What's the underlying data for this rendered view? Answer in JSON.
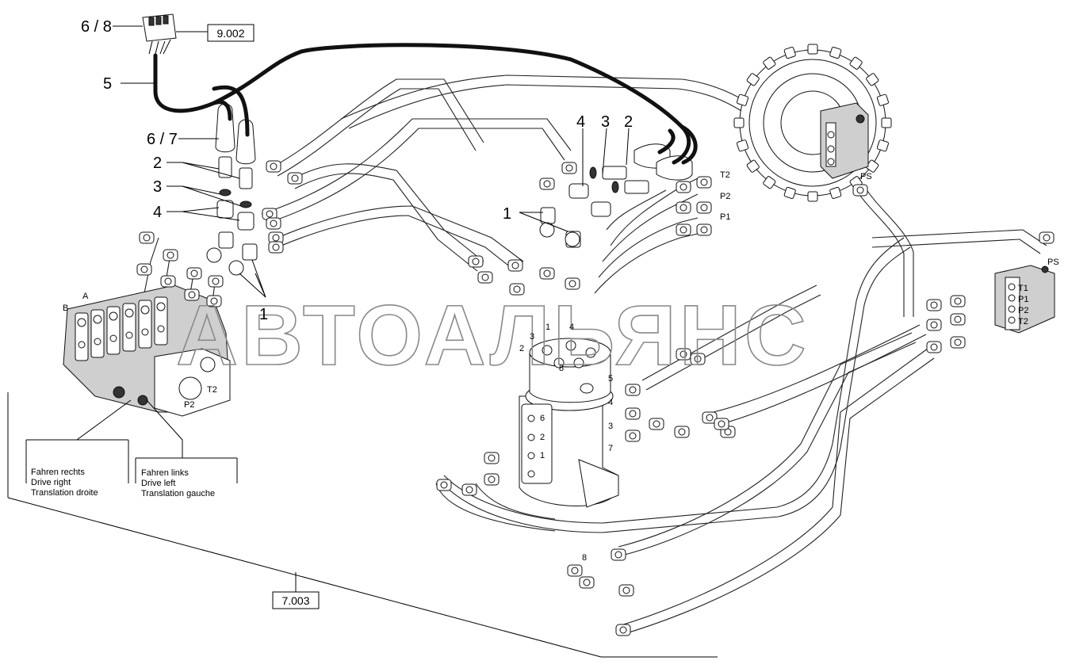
{
  "callouts": {
    "c68": "6 / 8",
    "ref_9002": "9.002",
    "c5": "5",
    "c67": "6 / 7",
    "c2_left": "2",
    "c3_left": "3",
    "c4_left": "4",
    "c1_left": "1",
    "c4_top": "4",
    "c3_top": "3",
    "c2_top": "2",
    "c1_mid": "1",
    "ref_7003": "7.003"
  },
  "ports": {
    "valve_A": "A",
    "valve_B": "B",
    "valve_P2": "P2",
    "valve_T2": "T2",
    "motor_T2": "T2",
    "motor_P2": "P2",
    "motor_P1": "P1",
    "motor_PS": "PS",
    "block_PS": "PS",
    "block_T1": "T1",
    "block_P1": "P1",
    "block_P2": "P2",
    "block_T2": "T2",
    "swivel_top_3": "3",
    "swivel_top_1": "1",
    "swivel_top_4": "4",
    "swivel_top_2": "2",
    "swivel_top_8": "8",
    "swivel_side_5": "5",
    "swivel_side_4": "4",
    "swivel_side_3": "3",
    "swivel_side_7": "7",
    "swivel_face_6": "6",
    "swivel_face_2": "2",
    "swivel_face_1": "1",
    "swivel_bottom_8": "8"
  },
  "captions": {
    "right": [
      "Fahren rechts",
      "Drive right",
      "Translation droite"
    ],
    "left": [
      "Fahren links",
      "Drive left",
      "Translation gauche"
    ]
  },
  "watermark": "АВТОАЛЬЯНС",
  "colors": {
    "line": "#000000",
    "cable": "#111111",
    "watermark": "#8a8a8a"
  }
}
